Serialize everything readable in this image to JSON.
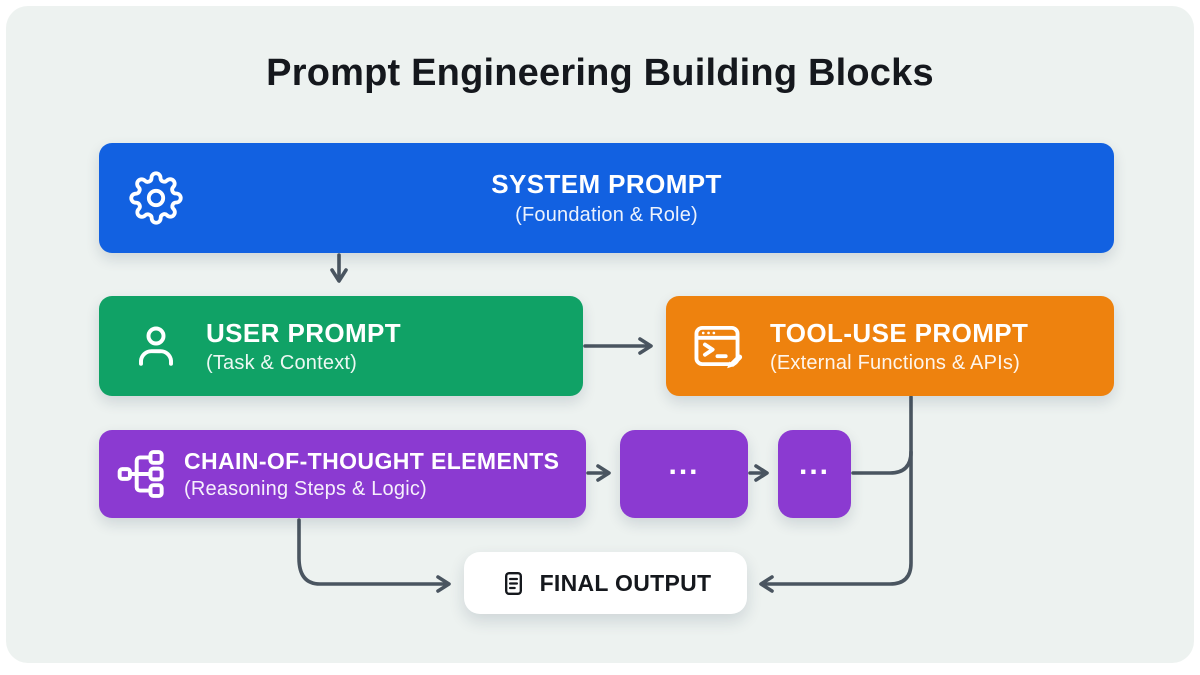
{
  "title": "Prompt Engineering Building Blocks",
  "colors": {
    "bg": "#EDF2F0",
    "blue": "#1261E1",
    "green": "#10A266",
    "orange": "#EE820E",
    "purple": "#8B3AD1",
    "connector": "#4A5560",
    "text-dark": "#15181D"
  },
  "blocks": {
    "system": {
      "title": "SYSTEM PROMPT",
      "subtitle": "(Foundation & Role)",
      "icon": "gear-icon"
    },
    "user": {
      "title": "USER PROMPT",
      "subtitle": "(Task & Context)",
      "icon": "user-icon"
    },
    "tool": {
      "title": "TOOL-USE PROMPT",
      "subtitle": "(External Functions & APIs)",
      "icon": "terminal-window-icon"
    },
    "cot": {
      "title": "CHAIN-OF-THOUGHT ELEMENTS",
      "subtitle": "(Reasoning Steps & Logic)",
      "icon": "branch-flow-icon"
    },
    "ellipsis1": {
      "label": "..."
    },
    "ellipsis2": {
      "label": "..."
    },
    "final": {
      "title": "FINAL OUTPUT",
      "icon": "document-icon"
    }
  }
}
